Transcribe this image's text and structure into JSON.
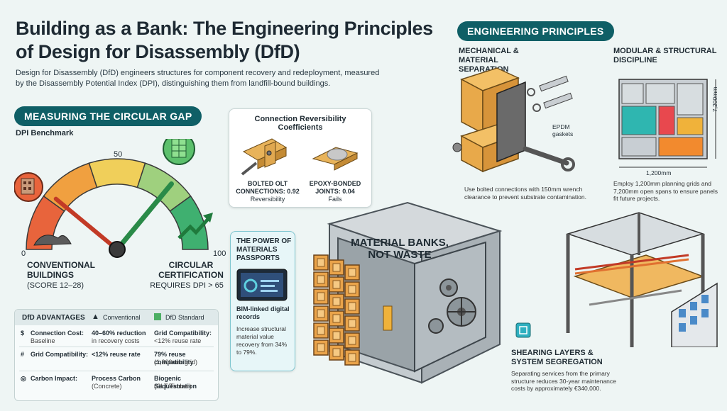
{
  "title": "Building as a Bank: The Engineering Principles of Design for Disassembly (DfD)",
  "intro": "Design for Disassembly (DfD) engineers structures for component recovery and redeployment, measured by the Disassembly Potential Index (DPI), distinguishing them from landfill-bound buildings.",
  "gauge": {
    "section_label": "MEASURING THE CIRCULAR GAP",
    "benchmark_label": "DPI Benchmark",
    "min_label": "0",
    "mid_label": "50",
    "max_label": "100",
    "left_title": "CONVENTIONAL BUILDINGS",
    "left_sub": "(SCORE 12–28)",
    "right_title": "CIRCULAR CERTIFICATION",
    "right_sub": "REQUIRES DPI > 65",
    "conventional_score": 22,
    "certified_score": 72,
    "colors": {
      "red": "#e8643c",
      "orange": "#f0a040",
      "yellow": "#f0cf5a",
      "lightgreen": "#9fd07e",
      "green": "#3fb070"
    }
  },
  "reversibility": {
    "title": "Connection Reversibility Coefficients",
    "bolted_label": "BOLTED OLT CONNECTIONS: 0.92",
    "bolted_sub": "Reversibility",
    "epoxy_label": "EPOXY-BONDED JOINTS: 0.04",
    "epoxy_sub": "Fails"
  },
  "passports": {
    "title": "THE POWER OF MATERIALS PASSPORTS",
    "bim_label": "BIM-linked digital records",
    "body": "Increase structural material value recovery from 34% to 79%."
  },
  "vault_label": "MATERIAL BANKS, NOT WASTE",
  "table": {
    "header_title": "DfD ADVANTAGES",
    "header_conventional": "Conventional",
    "header_standard": "DfD Standard",
    "rows": [
      {
        "label": "Connection Cost:",
        "label2": "Baseline",
        "conv": "40–60% reduction",
        "conv2": "in recovery costs",
        "dfd": "Grid Compatibility:",
        "dfd2": "<12% reuse rate"
      },
      {
        "label": "Grid Compatibility:",
        "label2": "",
        "conv": "<12% reuse rate",
        "conv2": "",
        "dfd": "79% reuse compatibility",
        "dfd2": "(1,200mm grid)"
      },
      {
        "label": "Carbon Impact:",
        "label2": "",
        "conv": "Process Carbon",
        "conv2": "(Concrete)",
        "dfd": "Biogenic Sequestration",
        "dfd2": "(CLT/Timber)"
      }
    ]
  },
  "principles": {
    "pill": "ENGINEERING PRINCIPLES",
    "mechanical": {
      "title": "MECHANICAL & MATERIAL SEPARATION",
      "gasket_label": "EPDM gaskets",
      "body": "Use bolted connections with 150mm wrench clearance to prevent substrate contamination."
    },
    "modular": {
      "title": "MODULAR & STRUCTURAL DISCIPLINE",
      "dim_vertical": "7,200mm",
      "dim_horizontal": "1,200mm",
      "body": "Employ 1,200mm planning grids and 7,200mm open spans to ensure panels fit future projects."
    },
    "shearing": {
      "title": "SHEARING LAYERS & SYSTEM SEGREGATION",
      "body": "Separating services from the primary structure reduces 30-year maintenance costs by approximately €340,000."
    }
  }
}
